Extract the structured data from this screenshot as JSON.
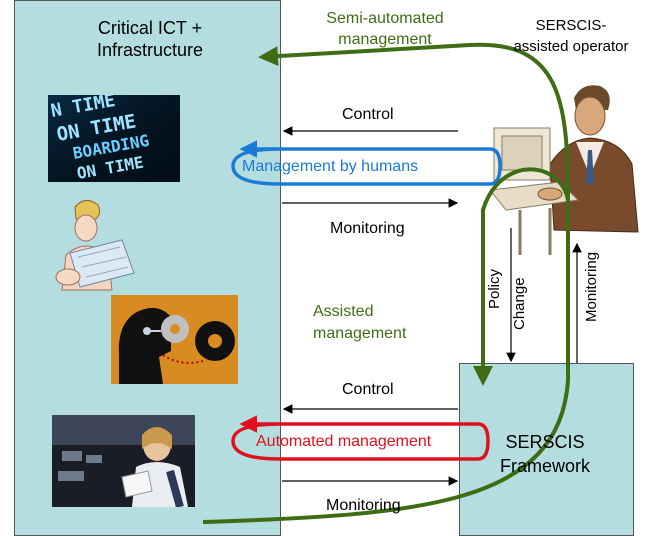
{
  "infrastructure": {
    "title_line1": "Critical ICT +",
    "title_line2": "Infrastructure"
  },
  "operator": {
    "line1": "SERSCIS-",
    "line2": "assisted operator"
  },
  "semi_automated": {
    "line1": "Semi-automated",
    "line2": "management"
  },
  "assisted": {
    "line1": "Assisted",
    "line2": "management"
  },
  "human_loop": {
    "control": "Control",
    "label": "Management by humans",
    "monitoring": "Monitoring"
  },
  "auto_loop": {
    "control": "Control",
    "label": "Automated management",
    "monitoring": "Monitoring"
  },
  "vertical": {
    "policy": "Policy",
    "change": "Change",
    "monitoring": "Monitoring"
  },
  "framework": {
    "line1": "SERSCIS",
    "line2": "Framework"
  },
  "colors": {
    "green": "#3f6d14",
    "blue": "#1a7ad6",
    "red": "#e0101c",
    "box_fill": "#b4dde0"
  },
  "images": [
    "on-time-board-image",
    "engineer-with-blueprint-image",
    "head-with-gears-image",
    "pilot-in-cockpit-image",
    "operator-at-computer-image"
  ]
}
